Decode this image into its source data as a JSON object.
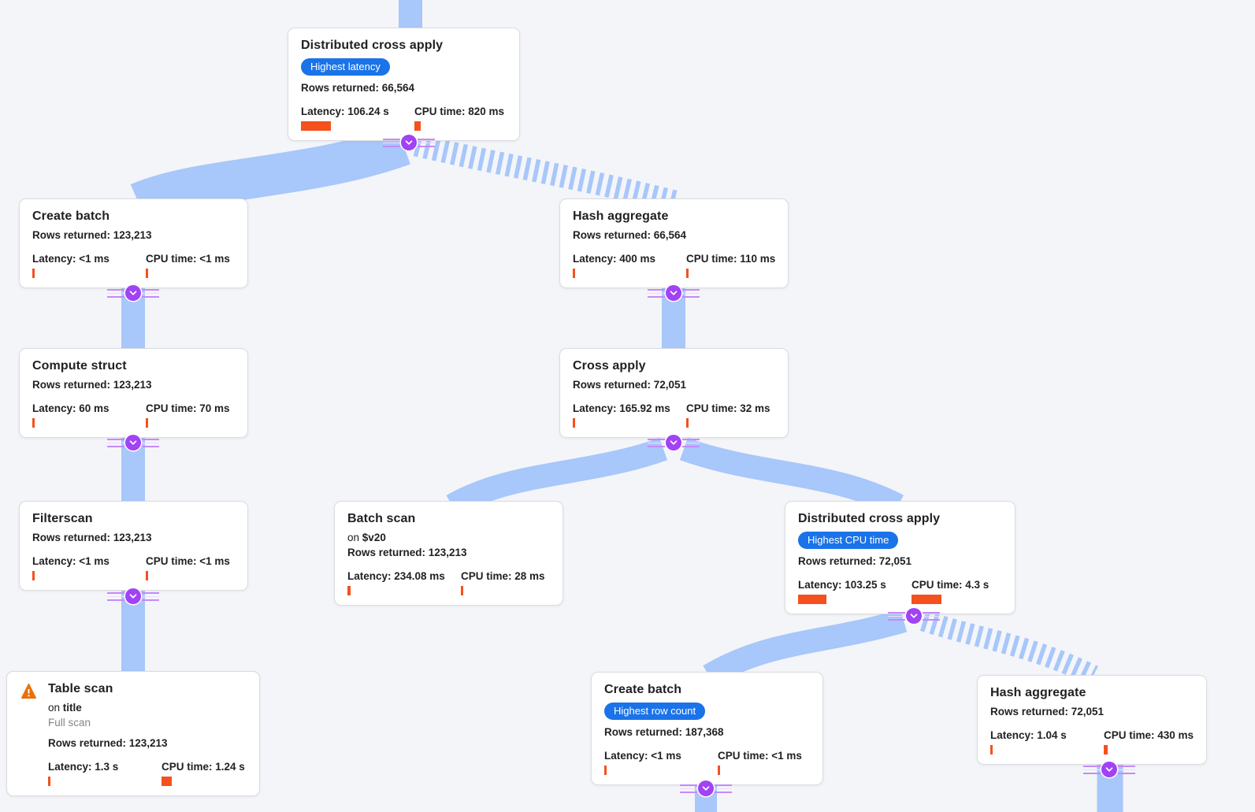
{
  "app": "query-execution-plan-visualizer",
  "colors": {
    "background": "#f4f5f9",
    "edge_blue": "#a8c7fa",
    "expander_purple": "#a142f4",
    "badge_blue": "#1a73e8",
    "metric_bar_orange": "#f4511e",
    "warning_orange": "#e8710a",
    "text": "#202124",
    "muted_text": "#80868b",
    "card_border": "#dadce0"
  },
  "icons": {
    "expander": "chevron-down-icon",
    "table_scan_warning": "warning-icon"
  },
  "nodes": [
    {
      "title": "Distributed cross apply",
      "badge": "Highest latency",
      "rows": "Rows returned: 66,564",
      "latency_label": "Latency: 106.24 s",
      "latency_bar": 38,
      "cpu_label": "CPU time: 820 ms",
      "cpu_bar": 8
    },
    {
      "title": "Create batch",
      "rows": "Rows returned: 123,213",
      "latency_label": "Latency: <1 ms",
      "latency_bar": 3,
      "cpu_label": "CPU time: <1 ms",
      "cpu_bar": 3
    },
    {
      "title": "Hash aggregate",
      "rows": "Rows returned: 66,564",
      "latency_label": "Latency: 400 ms",
      "latency_bar": 3,
      "cpu_label": "CPU time: 110 ms",
      "cpu_bar": 3
    },
    {
      "title": "Compute struct",
      "rows": "Rows returned: 123,213",
      "latency_label": "Latency: 60 ms",
      "latency_bar": 3,
      "cpu_label": "CPU time: 70 ms",
      "cpu_bar": 3
    },
    {
      "title": "Cross apply",
      "rows": "Rows returned: 72,051",
      "latency_label": "Latency: 165.92 ms",
      "latency_bar": 3,
      "cpu_label": "CPU time: 32 ms",
      "cpu_bar": 3
    },
    {
      "title": "Filterscan",
      "rows": "Rows returned: 123,213",
      "latency_label": "Latency: <1 ms",
      "latency_bar": 3,
      "cpu_label": "CPU time: <1 ms",
      "cpu_bar": 3
    },
    {
      "title": "Batch scan",
      "on_prefix": "on",
      "on_value": "$v20",
      "rows": "Rows returned: 123,213",
      "latency_label": "Latency: 234.08 ms",
      "latency_bar": 4,
      "cpu_label": "CPU time: 28 ms",
      "cpu_bar": 3
    },
    {
      "title": "Distributed cross apply",
      "badge": "Highest CPU time",
      "rows": "Rows returned: 72,051",
      "latency_label": "Latency: 103.25 s",
      "latency_bar": 36,
      "cpu_label": "CPU time: 4.3 s",
      "cpu_bar": 38
    },
    {
      "title": "Table scan",
      "warning": true,
      "on_prefix": "on",
      "on_value": "title",
      "subtitle": "Full scan",
      "rows": "Rows returned: 123,213",
      "latency_label": "Latency: 1.3 s",
      "latency_bar": 3,
      "cpu_label": "CPU time: 1.24 s",
      "cpu_bar": 13
    },
    {
      "title": "Create batch",
      "badge": "Highest row count",
      "rows": "Rows returned: 187,368",
      "latency_label": "Latency: <1 ms",
      "latency_bar": 3,
      "cpu_label": "CPU time: <1 ms",
      "cpu_bar": 3
    },
    {
      "title": "Hash aggregate",
      "rows": "Rows returned: 72,051",
      "latency_label": "Latency: 1.04 s",
      "latency_bar": 3,
      "cpu_label": "CPU time: 430 ms",
      "cpu_bar": 5
    }
  ],
  "edges": [
    {
      "from": "root",
      "to": "Distributed cross apply (top)",
      "style": "solid"
    },
    {
      "from": "Distributed cross apply (top)",
      "to": "Create batch",
      "style": "solid"
    },
    {
      "from": "Distributed cross apply (top)",
      "to": "Hash aggregate",
      "style": "striped"
    },
    {
      "from": "Create batch",
      "to": "Compute struct",
      "style": "solid"
    },
    {
      "from": "Compute struct",
      "to": "Filterscan",
      "style": "solid"
    },
    {
      "from": "Filterscan",
      "to": "Table scan",
      "style": "solid"
    },
    {
      "from": "Hash aggregate",
      "to": "Cross apply",
      "style": "solid"
    },
    {
      "from": "Cross apply",
      "to": "Batch scan",
      "style": "solid"
    },
    {
      "from": "Cross apply",
      "to": "Distributed cross apply (2)",
      "style": "solid"
    },
    {
      "from": "Distributed cross apply (2)",
      "to": "Create batch (2)",
      "style": "solid"
    },
    {
      "from": "Distributed cross apply (2)",
      "to": "Hash aggregate (2)",
      "style": "striped"
    },
    {
      "from": "Create batch (2)",
      "to": "offscreen",
      "style": "solid"
    },
    {
      "from": "Hash aggregate (2)",
      "to": "offscreen",
      "style": "solid"
    }
  ]
}
